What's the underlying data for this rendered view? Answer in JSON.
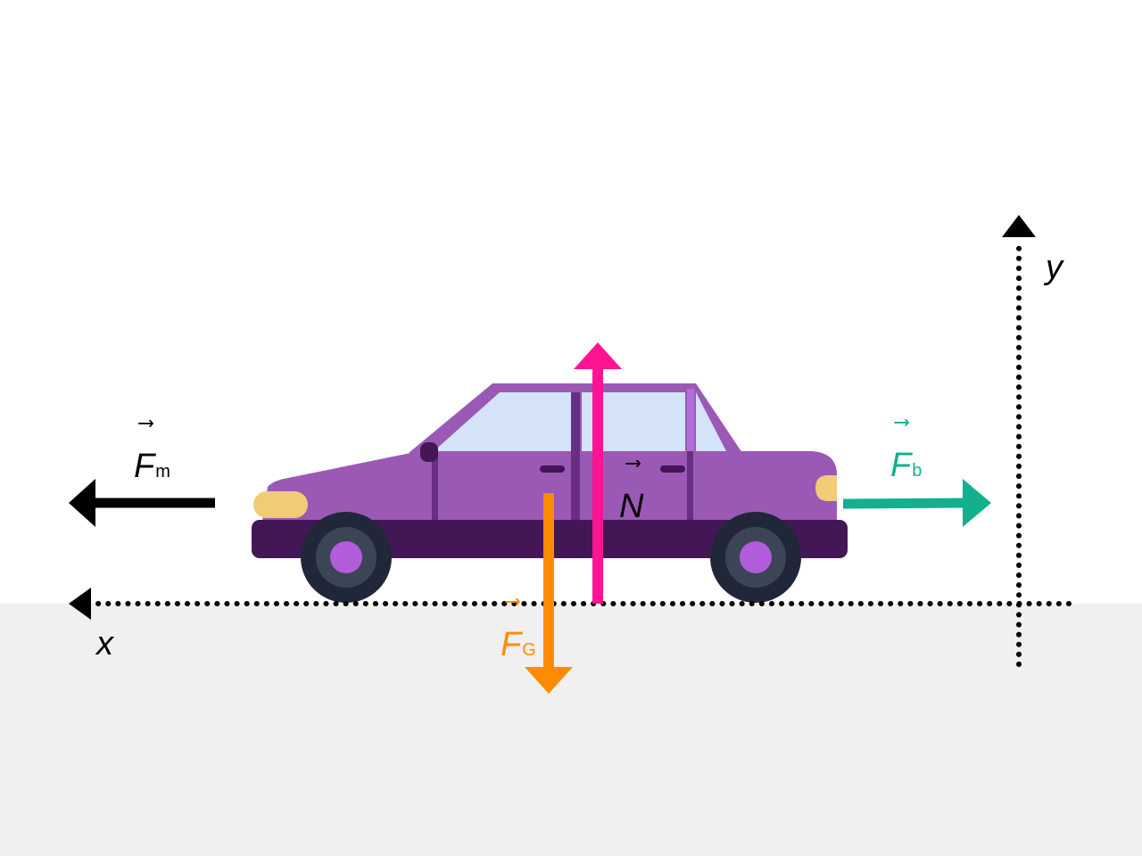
{
  "colors": {
    "ground": "#f0f0f0",
    "axis": "#000000",
    "car_body": "#9b59b6",
    "car_roof": "#9b59b6",
    "car_window": "#d4e3f7",
    "car_dark": "#431655",
    "car_trim": "#6a2d84",
    "headlight": "#f0cc78",
    "tire": "#202738",
    "rim": "#3c4556",
    "hub": "#b25cdc",
    "force_motor": "#000000",
    "force_brake": "#12b08f",
    "force_normal": "#ff1493",
    "force_gravity": "#ff8c00"
  },
  "axes": {
    "x_label": "x",
    "y_label": "y"
  },
  "forces": {
    "motor": {
      "symbol": "F",
      "subscript": "m",
      "direction": "left"
    },
    "brake": {
      "symbol": "F",
      "subscript": "b",
      "direction": "right"
    },
    "normal": {
      "symbol": "N",
      "subscript": "",
      "direction": "up"
    },
    "gravity": {
      "symbol": "F",
      "subscript": "G",
      "direction": "down"
    }
  },
  "vector_arrow": "⃗"
}
